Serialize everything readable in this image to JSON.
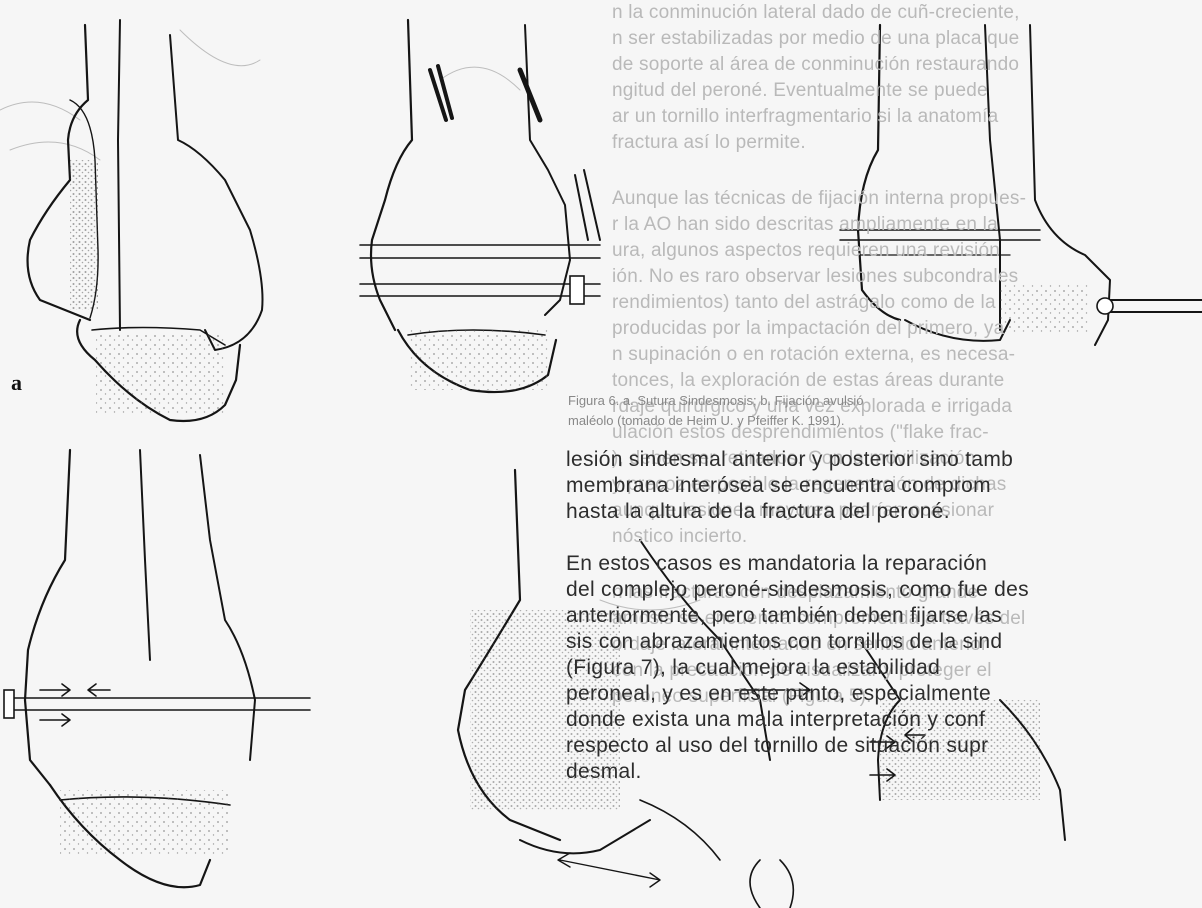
{
  "figure_label": "a",
  "bleed_through_text": [
    "n la conminución lateral dado de cuñ-creciente,",
    "n ser estabilizadas por medio de una placa que",
    "de soporte al área de conminución restaurando",
    "ngitud del peroné. Eventualmente se puede",
    "ar un tornillo interfragmentario si la anatomía",
    "fractura así lo permite.",
    "",
    "Aunque las técnicas de fijación interna propues-",
    "r la AO han sido descritas ampliamente en la",
    "ura, algunos aspectos requieren una revisión",
    "ión. No es raro observar lesiones subcondrales",
    "rendimientos) tanto del astrágalo como de la",
    "producidas por la impactación del primero, ya",
    "n supinación o en rotación externa, es necesa-",
    "tonces, la exploración de estas áreas durante",
    "rdaje quirúrgico y una vez explorada e irrigada",
    "ulación estos desprendimientos (\"flake frac-",
    "), deben ser retirados. Con la movilización",
    "y precoz es posible la regeneración de dichas",
    "aunque lesiones mayores podrían ocasionar",
    "nóstico incierto.",
    "",
    "n las fracturas con desplazamiento grande",
    "amosis se encuentra comprometida a través del",
    "ordaje lateral intentando en sentido anterior",
    "con la precaución de visualizar y proteger el",
    "peroneo superficial (Figura 5)."
  ],
  "caption_lines": [
    "Figura 6.   a. Sutura Sindesmosis; b. Fijación avulsió",
    "maléolo (tomado de Heim U. y Pfeiffer K. 1991)."
  ],
  "body_text": [
    "lesión sindesmal anterior y posterior sino tamb",
    "membrana interósea se encuentra comprom",
    "hasta la altura de la fractura del peroné.",
    "",
    "En estos casos es mandatoria la reparación",
    "del complejo peroné-sindesmosis, como fue des",
    "anteriormente, pero también deben fijarse las",
    "sis con abrazamientos con tornillos de la sind",
    "(Figura 7), la cual mejora la estabilidad",
    "peroneal, y es en este punto, especialmente",
    "donde exista una mala interpretación y conf",
    "respecto al uso del tornillo de situación supr",
    "desmal."
  ]
}
